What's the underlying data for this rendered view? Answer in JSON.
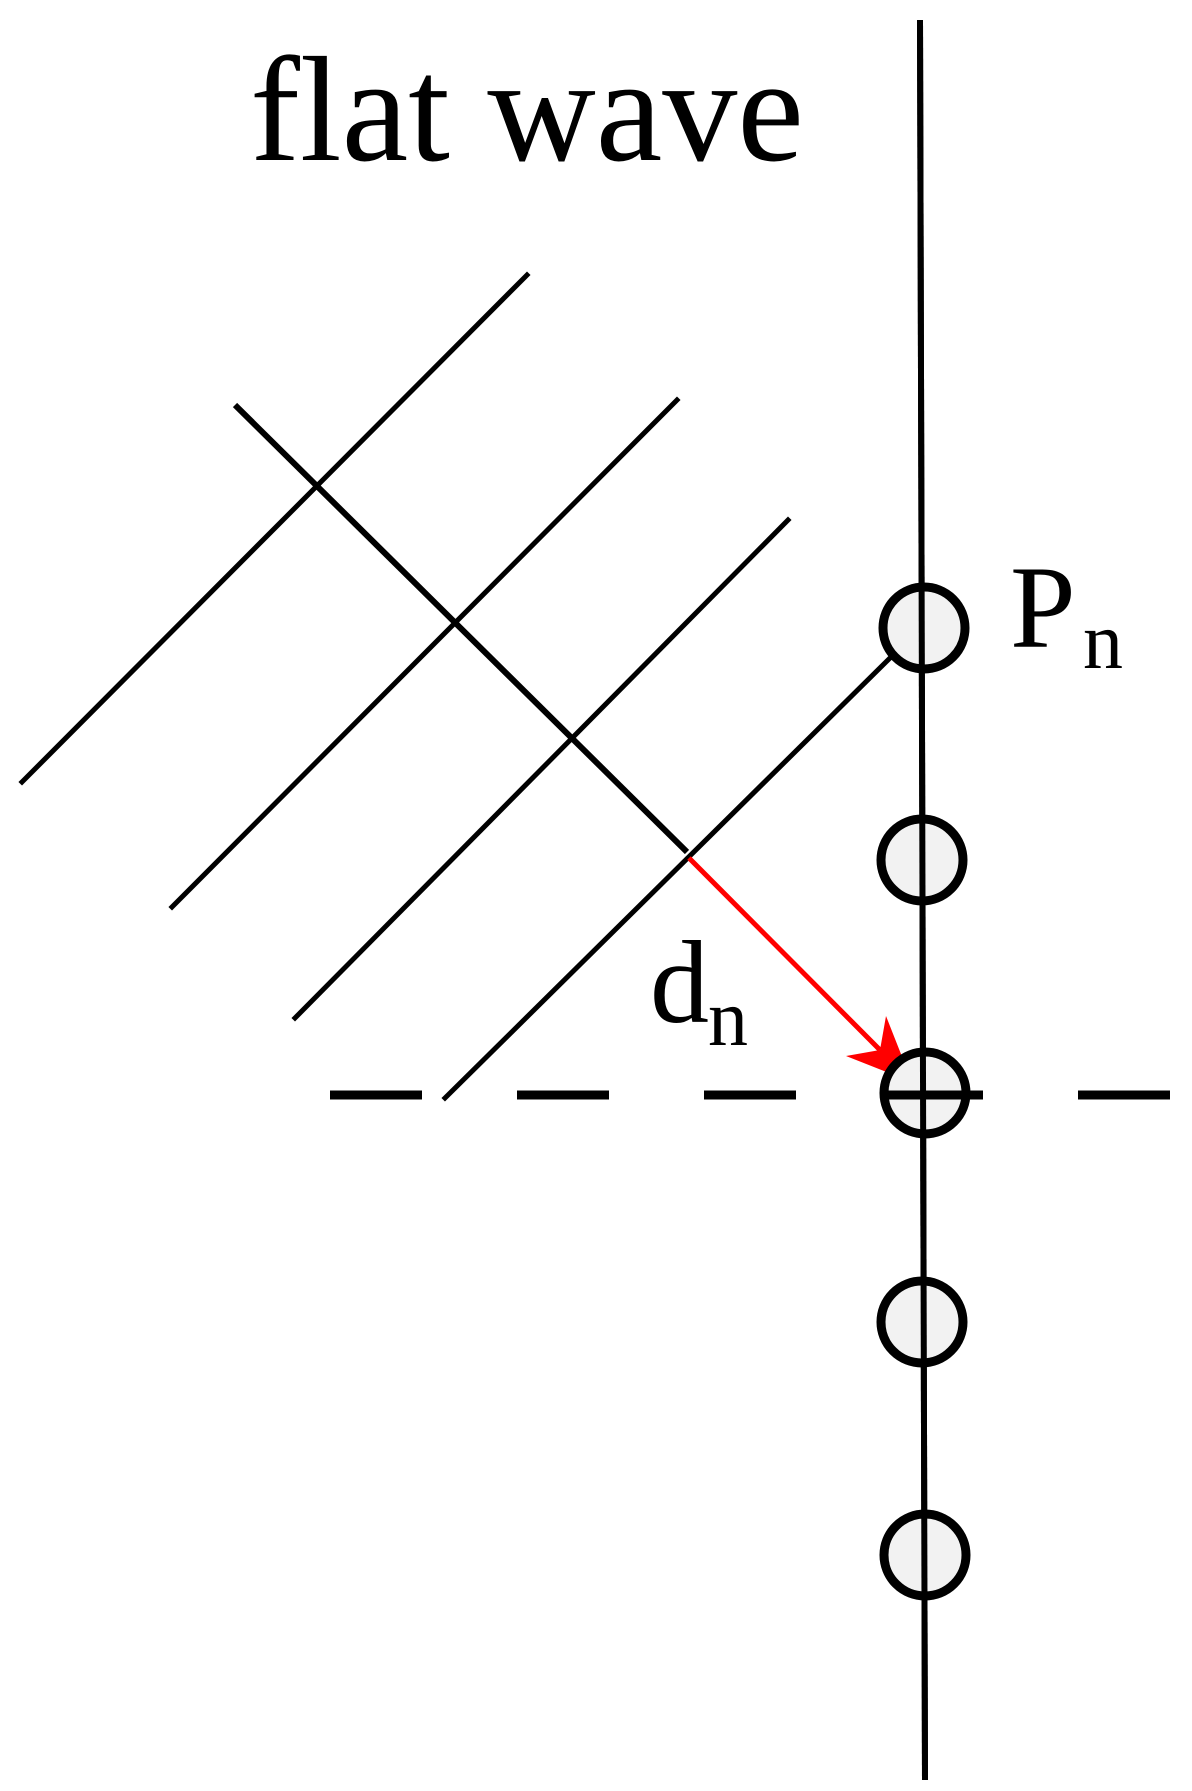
{
  "title": "flat wave",
  "point_label": {
    "main": "P",
    "subscript": "n"
  },
  "distance_label": {
    "main": "d",
    "subscript": "n"
  },
  "colors": {
    "line": "#000000",
    "arrow": "#ff0000",
    "sensor_fill": "#f2f2f2",
    "background": "#ffffff"
  },
  "sensor_count": 5
}
